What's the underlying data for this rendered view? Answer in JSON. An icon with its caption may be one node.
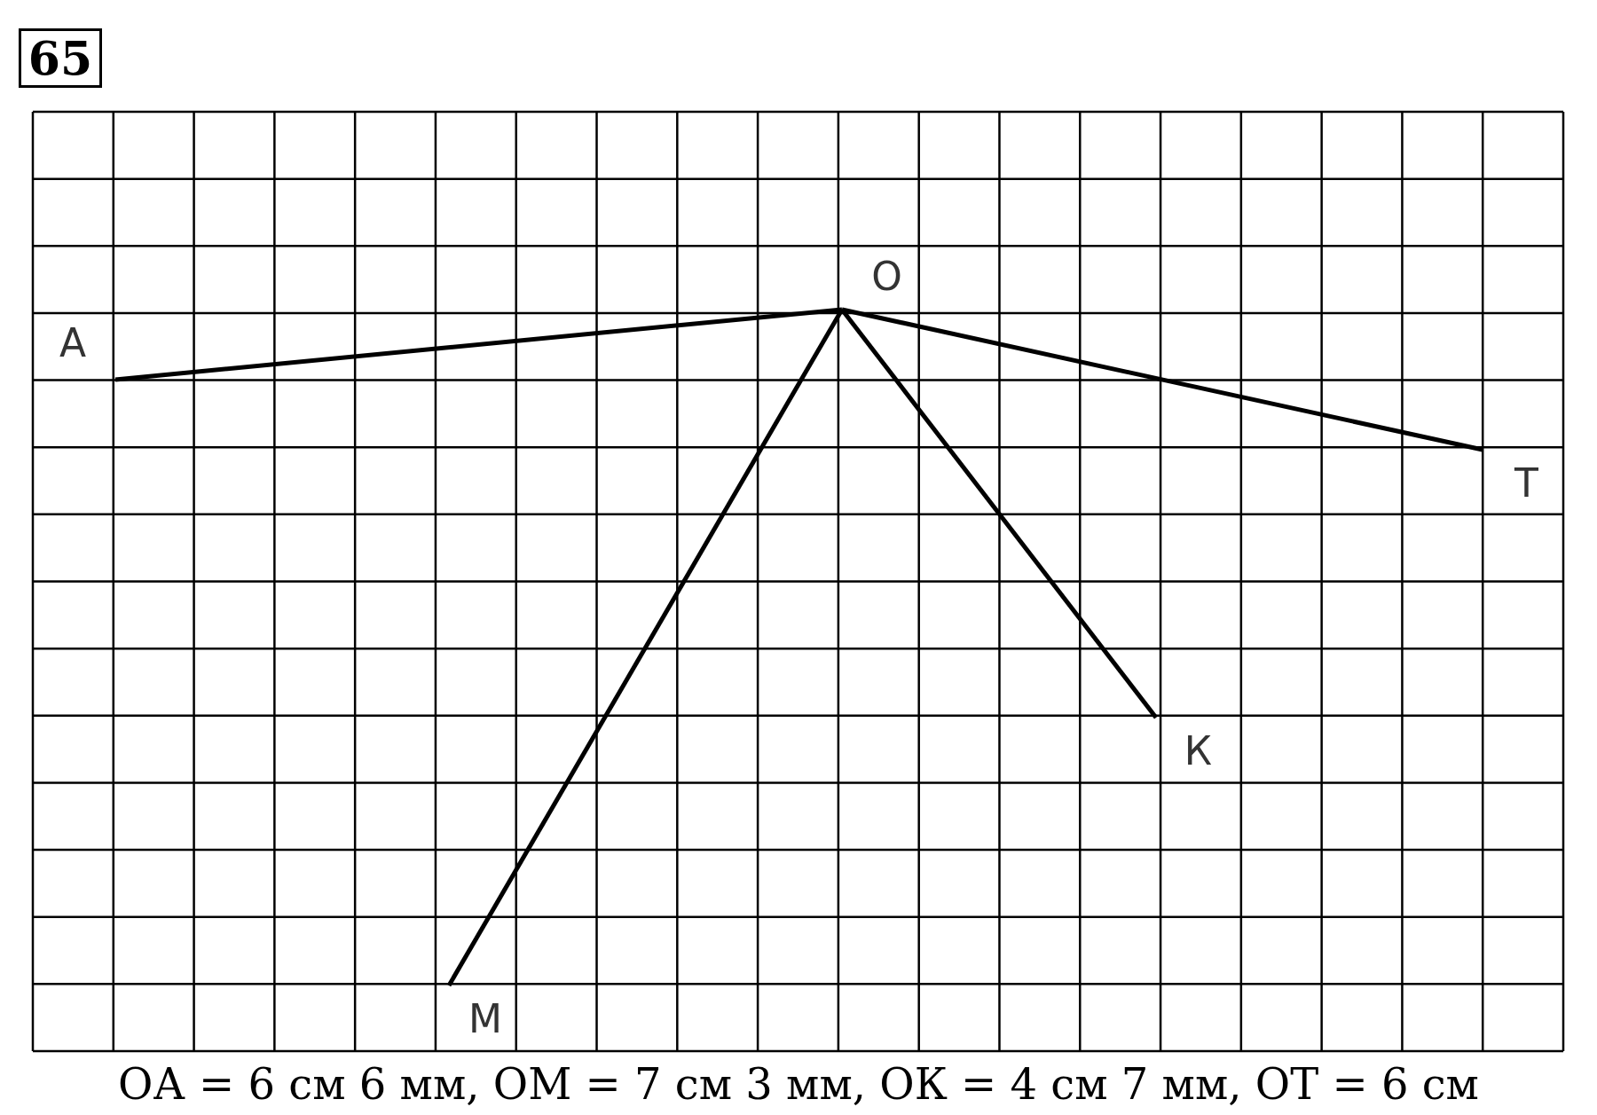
{
  "diagram": {
    "title": "65",
    "nodes": [
      {
        "text": [
          "О"
        ]
      },
      {
        "text": [
          "А"
        ]
      },
      {
        "text": [
          "Т"
        ]
      },
      {
        "text": [
          "К"
        ]
      },
      {
        "text": [
          "М"
        ]
      }
    ],
    "edges": [
      {
        "from": 0,
        "to": 1,
        "arrow": "none"
      },
      {
        "from": 0,
        "to": 4,
        "arrow": "none"
      },
      {
        "from": 0,
        "to": 3,
        "arrow": "none"
      },
      {
        "from": 0,
        "to": 2,
        "arrow": "none"
      }
    ],
    "caption": "ОА = 6 см 6 мм, ОМ = 7 см 3 мм, ОК = 4 см 7 мм, ОТ = 6 см"
  }
}
